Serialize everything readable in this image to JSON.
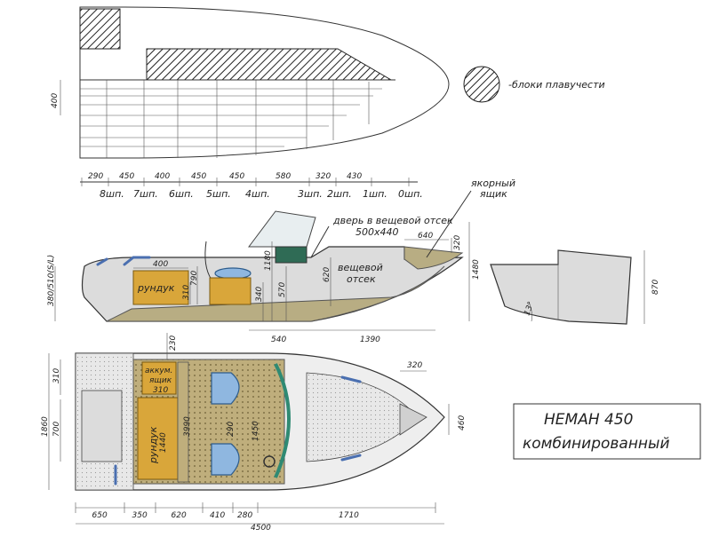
{
  "legend": {
    "text": "-блоки плавучести"
  },
  "title": {
    "line1": "НЕМАН 450",
    "line2": "комбинированный"
  },
  "top_drawing": {
    "dim_400": "400"
  },
  "frames": {
    "dims": [
      "290",
      "450",
      "400",
      "450",
      "450",
      "580",
      "320",
      "430"
    ],
    "labels": [
      "8шп.",
      "7шп.",
      "6шп.",
      "5шп.",
      "4шп.",
      "3шп.",
      "2шп.",
      "1шп.",
      "0шп."
    ]
  },
  "side_view": {
    "door_label": "дверь в вещевой отсек",
    "door_size": "500x440",
    "anchor_label_1": "якорный",
    "anchor_label_2": "ящик",
    "storage_1": "вещевой",
    "storage_2": "отсек",
    "rundyk": "рундук",
    "dim_400": "400",
    "dim_790": "790",
    "dim_310": "310",
    "dim_340": "340",
    "dim_1180": "1180",
    "dim_570": "570",
    "dim_620": "620",
    "dim_640": "640",
    "dim_320": "320",
    "dim_1480": "1480",
    "dim_380": "380/510(S/L)",
    "dim_540": "540",
    "dim_1390": "1390"
  },
  "section_view": {
    "dim_870": "870",
    "angle": "13°"
  },
  "plan_view": {
    "dim_230": "230",
    "dim_310": "310",
    "dim_700": "700",
    "dim_1860": "1860",
    "akkum_1": "аккум.",
    "akkum_2": "ящик",
    "akkum_dim": "310",
    "rundyk": "рундук",
    "dim_1440": "1440",
    "dim_3990": "3990",
    "dim_290": "290",
    "dim_1450": "1450",
    "dim_320": "320",
    "dim_460": "460",
    "bottom_dims": [
      "650",
      "350",
      "620",
      "410",
      "280",
      "1710"
    ],
    "dim_4500": "4500"
  }
}
